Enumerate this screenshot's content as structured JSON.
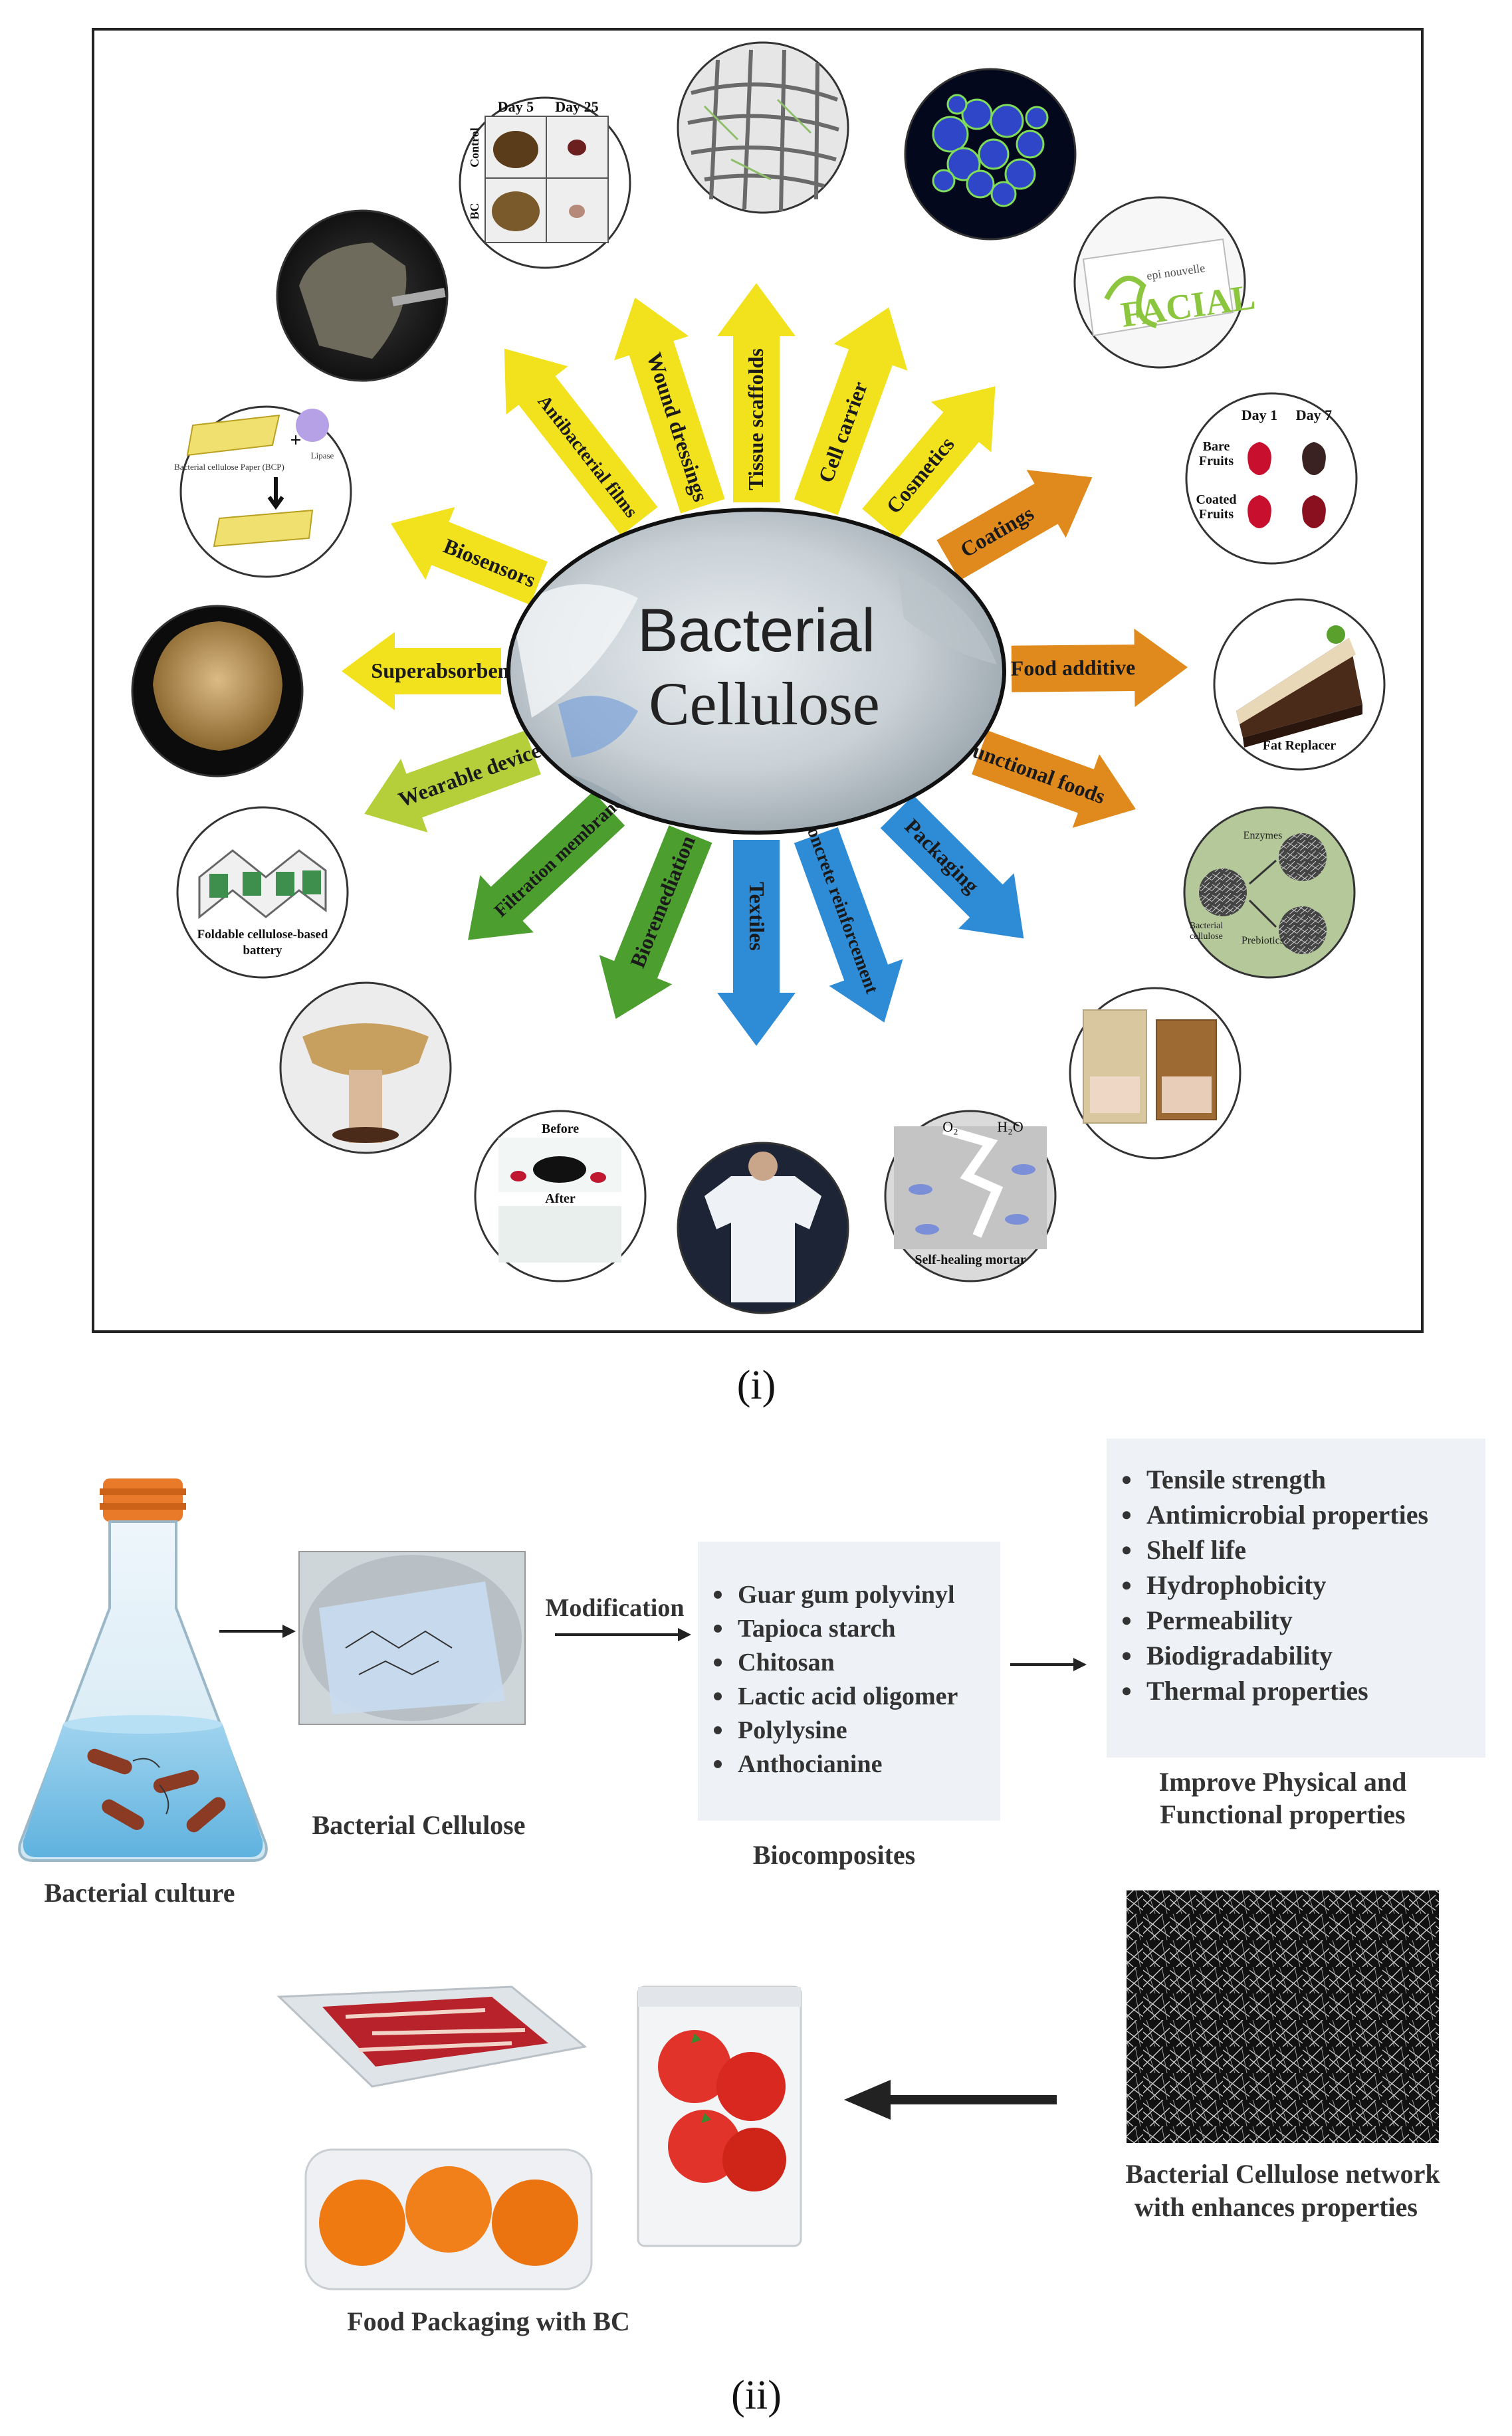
{
  "panel_i": {
    "label": "(i)",
    "center_lines": [
      "Bacterial",
      "Cellulose"
    ],
    "applications": [
      {
        "label": "Wound dressings",
        "color": "#f2e21e"
      },
      {
        "label": "Tissue scaffolds",
        "color": "#f2e21e"
      },
      {
        "label": "Cell carrier",
        "color": "#f2e21e"
      },
      {
        "label": "Cosmetics",
        "color": "#f2e21e"
      },
      {
        "label": "Coatings",
        "color": "#e08a1e"
      },
      {
        "label": "Food additive",
        "color": "#e08a1e"
      },
      {
        "label": "Functional foods",
        "color": "#e08a1e"
      },
      {
        "label": "Packaging",
        "color": "#2e8bd6"
      },
      {
        "label": "Concrete reinforcement",
        "color": "#2e8bd6"
      },
      {
        "label": "Textiles",
        "color": "#2e8bd6"
      },
      {
        "label": "Bioremediation",
        "color": "#4c9e2e"
      },
      {
        "label": "Filtration membrane",
        "color": "#4c9e2e"
      },
      {
        "label": "Wearable devices",
        "color": "#b4cf3a"
      },
      {
        "label": "Superabsorbents",
        "color": "#f2e21e"
      },
      {
        "label": "Biosensors",
        "color": "#f2e21e"
      },
      {
        "label": "Antibacterial films",
        "color": "#f2e21e"
      }
    ],
    "wound": {
      "day5": "Day 5",
      "day25": "Day 25",
      "control": "Control",
      "bc": "BC"
    },
    "biosensor": {
      "paper": "Bacterial cellulose Paper (BCP)",
      "lipase": "Lipase",
      "plus": "+"
    },
    "coatings": {
      "day1": "Day 1",
      "day7": "Day 7",
      "bare_line1": "Bare",
      "bare_line2": "Fruits",
      "coated_line1": "Coated",
      "coated_line2": "Fruits"
    },
    "cosmetics": {
      "big": "FACIAL",
      "brand": "epi nouvelle"
    },
    "food_additive_caption": "Fat Replacer",
    "functional": {
      "enzymes": "Enzymes",
      "bc_line1": "Bacterial",
      "bc_line2": "cellulose",
      "prebiotics": "Prebiotics"
    },
    "battery_caption_line1": "Foldable cellulose-based",
    "battery_caption_line2": "battery",
    "bioremediation": {
      "before": "Before",
      "after": "After"
    },
    "concrete": {
      "o2": "O₂",
      "h2o": "H₂O",
      "caption": "Self-healing mortar"
    }
  },
  "panel_ii": {
    "label": "(ii)",
    "culture_label": "Bacterial culture",
    "bc_label": "Bacterial Cellulose",
    "modification_label": "Modification",
    "biocomposites_title": "Biocomposites",
    "biocomposites": [
      "Guar gum polyvinyl",
      "Tapioca starch",
      "Chitosan",
      "Lactic acid oligomer",
      "Polylysine",
      "Anthocianine"
    ],
    "properties": [
      "Tensile strength",
      "Antimicrobial properties",
      "Shelf life",
      "Hydrophobicity",
      "Permeability",
      "Biodigradability",
      "Thermal properties"
    ],
    "improve_line1": "Improve Physical and",
    "improve_line2": "Functional properties",
    "network_line1": "Bacterial Cellulose network",
    "network_line2": "with enhances properties",
    "packaging_label": "Food Packaging with BC"
  }
}
